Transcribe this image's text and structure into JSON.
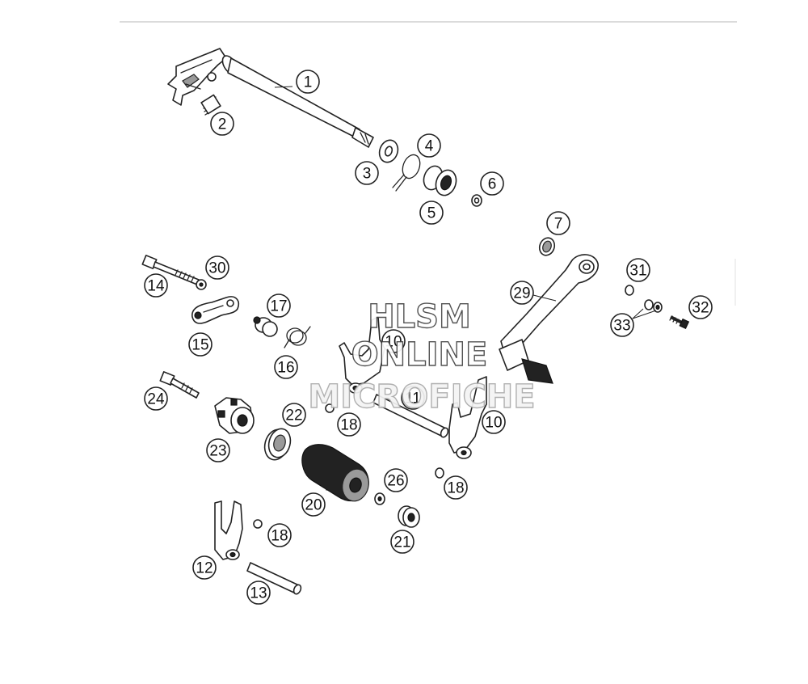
{
  "watermark": {
    "line1": "HLSM",
    "line2": "ONLINE",
    "line3": "MICROFICHE"
  },
  "callouts": [
    {
      "id": "c1",
      "label": "1"
    },
    {
      "id": "c2",
      "label": "2"
    },
    {
      "id": "c3",
      "label": "3"
    },
    {
      "id": "c4",
      "label": "4"
    },
    {
      "id": "c5",
      "label": "5"
    },
    {
      "id": "c6",
      "label": "6"
    },
    {
      "id": "c7",
      "label": "7"
    },
    {
      "id": "c29",
      "label": "29"
    },
    {
      "id": "c31",
      "label": "31"
    },
    {
      "id": "c32",
      "label": "32"
    },
    {
      "id": "c33",
      "label": "33"
    },
    {
      "id": "c14",
      "label": "14"
    },
    {
      "id": "c30",
      "label": "30"
    },
    {
      "id": "c15",
      "label": "15"
    },
    {
      "id": "c17",
      "label": "17"
    },
    {
      "id": "c16",
      "label": "16"
    },
    {
      "id": "c10a",
      "label": "10"
    },
    {
      "id": "c11",
      "label": "11"
    },
    {
      "id": "c10b",
      "label": "10"
    },
    {
      "id": "c18a",
      "label": "18"
    },
    {
      "id": "c18b",
      "label": "18"
    },
    {
      "id": "c18c",
      "label": "18"
    },
    {
      "id": "c24",
      "label": "24"
    },
    {
      "id": "c22",
      "label": "22"
    },
    {
      "id": "c23",
      "label": "23"
    },
    {
      "id": "c20",
      "label": "20"
    },
    {
      "id": "c26",
      "label": "26"
    },
    {
      "id": "c21",
      "label": "21"
    },
    {
      "id": "c12",
      "label": "12"
    },
    {
      "id": "c13",
      "label": "13"
    }
  ]
}
